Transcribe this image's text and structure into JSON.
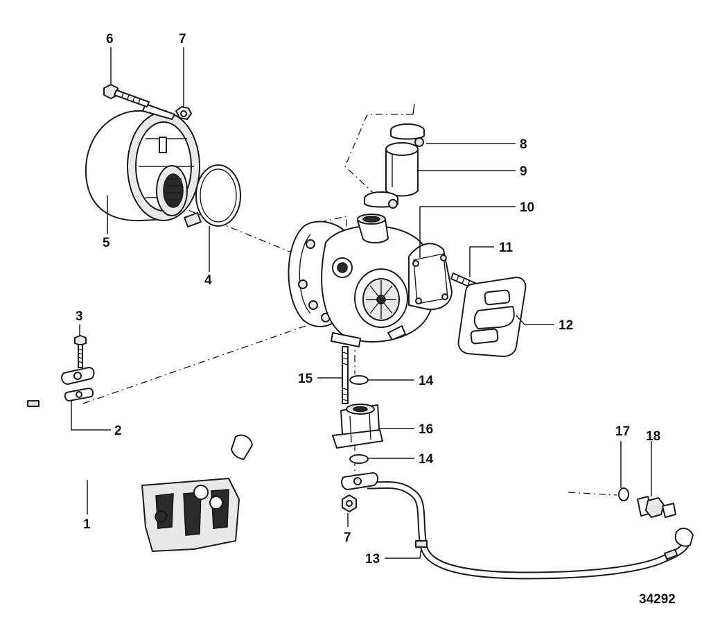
{
  "diagram": {
    "figure_number": "34292",
    "callouts": [
      "1",
      "2",
      "3",
      "4",
      "5",
      "6",
      "7",
      "7",
      "8",
      "9",
      "10",
      "11",
      "12",
      "13",
      "14",
      "14",
      "15",
      "16",
      "17",
      "18"
    ],
    "parts": [
      {
        "id": "1",
        "name": "oil-supply-tube"
      },
      {
        "id": "2",
        "name": "tube-gasket"
      },
      {
        "id": "3",
        "name": "tube-bolt"
      },
      {
        "id": "4",
        "name": "hose-clamp"
      },
      {
        "id": "5",
        "name": "air-filter-silencer"
      },
      {
        "id": "6",
        "name": "mounting-bolt"
      },
      {
        "id": "7",
        "name": "nut"
      },
      {
        "id": "8",
        "name": "hose-clamp"
      },
      {
        "id": "9",
        "name": "hose"
      },
      {
        "id": "10",
        "name": "turbocharger"
      },
      {
        "id": "11",
        "name": "stud"
      },
      {
        "id": "12",
        "name": "turbo-gasket"
      },
      {
        "id": "13",
        "name": "oil-return-tube"
      },
      {
        "id": "14",
        "name": "o-ring"
      },
      {
        "id": "15",
        "name": "stud"
      },
      {
        "id": "16",
        "name": "adapter"
      },
      {
        "id": "17",
        "name": "o-ring"
      },
      {
        "id": "18",
        "name": "fitting"
      }
    ]
  }
}
